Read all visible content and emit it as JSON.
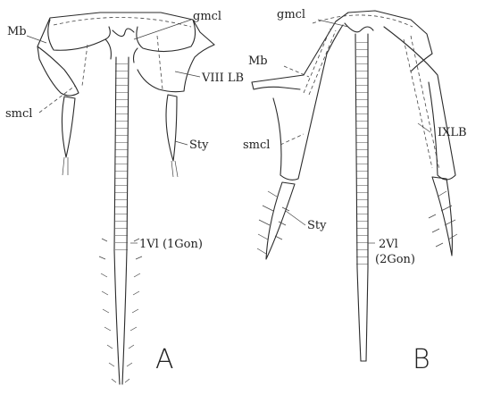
{
  "panel_a": {
    "letter": "A",
    "labels": {
      "mb": "Mb",
      "gmcl": "gmcl",
      "smcl": "smcl",
      "viiilb": "VIII LB",
      "sty": "Sty",
      "ivl": "1Vl (1Gon)"
    }
  },
  "panel_b": {
    "letter": "B",
    "labels": {
      "gmcl": "gmcl",
      "mb": "Mb",
      "smcl": "smcl",
      "ixlb": "IXLB",
      "sty": "Sty",
      "ivl": "2Vl",
      "gon": "(2Gon)"
    }
  }
}
